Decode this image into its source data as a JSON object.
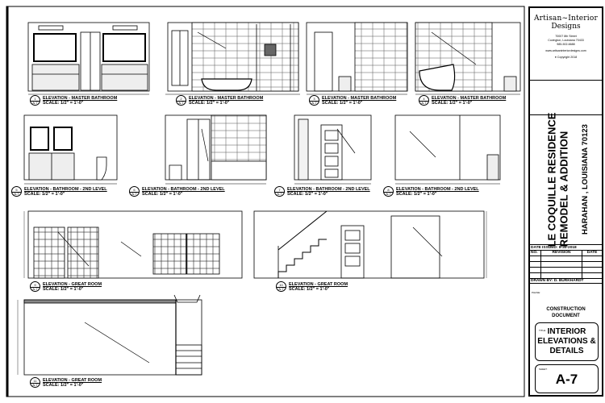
{
  "firm": {
    "name_line1": "Artisan~Interior",
    "name_line2": "Designs",
    "address1": "70007 8th Street",
    "address2": "Covington, Louisiana 70433",
    "phone": "985-502-6688",
    "website": "www.artisaninteriordesigns.com",
    "copyright": "Copyright 2018"
  },
  "project": {
    "line1": "LE  COQUILLE  RESIDENCE",
    "line2": "REMODEL & ADDITION",
    "location": "HARAHAN ,  LOUISIANA    70123"
  },
  "revisions": {
    "date_issued": "DATE ISSUED:   8-30-2018",
    "headers": [
      "NO.",
      "REVISION",
      "DATE"
    ],
    "drawn_by": "DRAWN BY:   D. BURKHARDT"
  },
  "phase_label": "PHASE:",
  "phase": [
    "CONSTRUCTION",
    "DOCUMENT"
  ],
  "title_label": "TITLE:",
  "sheet_title": [
    "INTERIOR",
    "ELEVATIONS &",
    "DETAILS"
  ],
  "sheet_label": "SHEET:",
  "sheet_number": "A-7",
  "elevations": [
    {
      "num": "1",
      "sheet": "A-7",
      "title": "ELEVATION - MASTER BATHROOM",
      "scale": "SCALE: 1/2\" = 1'-0\""
    },
    {
      "num": "2",
      "sheet": "A-7",
      "title": "ELEVATION - MASTER BATHROOM",
      "scale": "SCALE: 1/2\" = 1'-0\""
    },
    {
      "num": "3",
      "sheet": "A-7",
      "title": "ELEVATION - MASTER BATHROOM",
      "scale": "SCALE: 1/2\" = 1'-0\""
    },
    {
      "num": "4",
      "sheet": "A-7",
      "title": "ELEVATION - MASTER BATHROOM",
      "scale": "SCALE: 1/2\" = 1'-0\""
    },
    {
      "num": "5",
      "sheet": "A-7",
      "title": "ELEVATION - BATHROOM - 2ND LEVEL",
      "scale": "SCALE: 1/2\" = 1'-0\""
    },
    {
      "num": "6",
      "sheet": "A-7",
      "title": "ELEVATION - BATHROOM - 2ND LEVEL",
      "scale": "SCALE: 1/2\" = 1'-0\""
    },
    {
      "num": "7",
      "sheet": "A-7",
      "title": "ELEVATION - BATHROOM - 2ND LEVEL",
      "scale": "SCALE: 1/2\" = 1'-0\""
    },
    {
      "num": "8",
      "sheet": "A-7",
      "title": "ELEVATION - BATHROOM - 2ND LEVEL",
      "scale": "SCALE: 1/2\" = 1'-0\""
    },
    {
      "num": "9",
      "sheet": "A-7",
      "title": "ELEVATION - GREAT ROOM",
      "scale": "SCALE: 1/2\" = 1'-0\""
    },
    {
      "num": "10",
      "sheet": "A-7",
      "title": "ELEVATION - GREAT ROOM",
      "scale": "SCALE: 1/2\" = 1'-0\""
    },
    {
      "num": "11",
      "sheet": "A-7",
      "title": "ELEVATION - GREAT ROOM",
      "scale": "SCALE: 1/2\" = 1'-0\""
    }
  ]
}
